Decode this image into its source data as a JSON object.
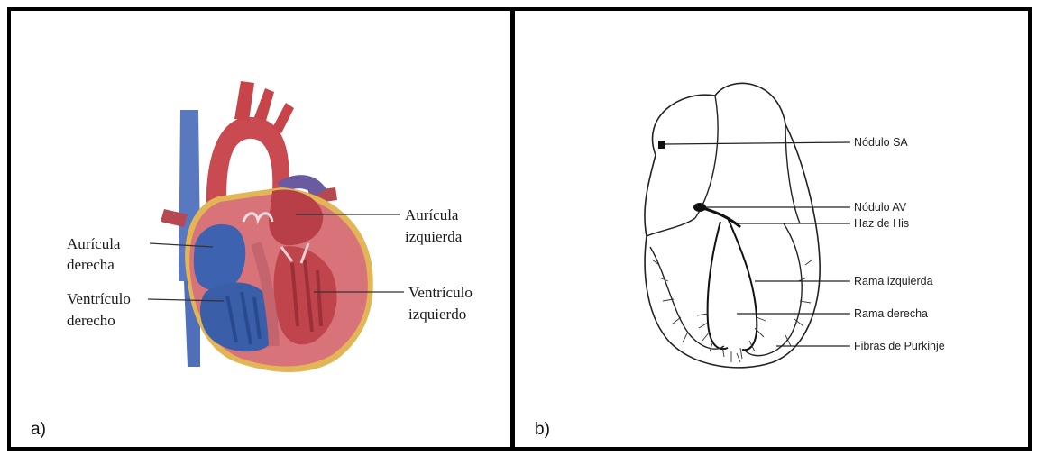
{
  "panels": [
    {
      "letter": "a)",
      "labels": {
        "left_atrium_l1": "Aurícula",
        "left_atrium_l2": "izquierda",
        "right_atrium_l1": "Aurícula",
        "right_atrium_l2": "derecha",
        "right_ventricle_l1": "Ventrículo",
        "right_ventricle_l2": "derecho",
        "left_ventricle_l1": "Ventrículo",
        "left_ventricle_l2": "izquierdo"
      },
      "colors": {
        "red_chamber": "#c9454b",
        "blue_chamber": "#3d62b0",
        "muscle": "#d9737a",
        "fat": "#e0b050"
      }
    },
    {
      "letter": "b)",
      "labels": {
        "sa_node": "Nódulo SA",
        "av_node": "Nódulo AV",
        "bundle_his": "Haz de His",
        "left_branch": "Rama izquierda",
        "right_branch": "Rama derecha",
        "purkinje": "Fibras de Purkinje"
      }
    }
  ]
}
